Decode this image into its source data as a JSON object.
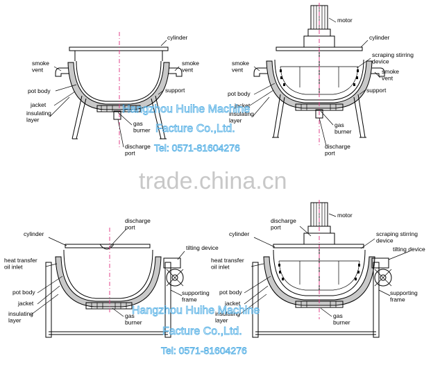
{
  "labels": {
    "d1": {
      "cylinder": "cylinder",
      "smoke_vent_left": "smoke\nvent",
      "smoke_vent_right": "smoke\nvent",
      "pot_body": "pot body",
      "jacket": "jacket",
      "insulating_layer": "insulating\nlayer",
      "support": "support",
      "gas_burner": "gas\nburner",
      "discharge_port": "discharge\nport"
    },
    "d2": {
      "motor": "motor",
      "cylinder": "cylinder",
      "scraping_stirring_device": "scraping stirring\ndevice",
      "smoke_vent_left": "smoke\nvent",
      "smoke_vent_right": "smoke\nvent",
      "pot_body": "pot body",
      "jacket": "jacket",
      "insulating_layer": "insulating\nlayer",
      "support": "support",
      "gas_burner": "gas\nburner",
      "discharge_port": "discharge\nport"
    },
    "d3": {
      "cylinder": "cylinder",
      "discharge_port": "discharge\nport",
      "tilting_device": "tilting device",
      "heat_transfer_oil_inlet": "heat transfer\noil inlet",
      "pot_body": "pot body",
      "jacket": "jacket",
      "insulating_layer": "insulating\nlayer",
      "supporting_frame": "supporting\nframe",
      "gas_burner": "gas\nburner"
    },
    "d4": {
      "discharge_port": "discharge\nport",
      "motor": "motor",
      "cylinder": "cylinder",
      "scraping_stirring_device": "scraping stirring\ndevice",
      "tilting_device": "tilting device",
      "heat_transfer_oil_inlet": "heat transfer\noil inlet",
      "pot_body": "pot body",
      "jacket": "jacket",
      "insulating_layer": "insulating\nlayer",
      "supporting_frame": "supporting\nframe",
      "gas_burner": "gas\nburner"
    }
  },
  "watermarks": {
    "company_line1": "Hangzhou Huihe Machine",
    "company_line2": "Facture Co.,Ltd.",
    "company_tel": "Tel: 0571-81604276",
    "site": "trade.china.cn"
  },
  "colors": {
    "line": "#000000",
    "insulation": "#c9c9c9",
    "axis": "#e0408a",
    "watermark": "#5fb4e6",
    "site_watermark": "#c8c8c8"
  }
}
